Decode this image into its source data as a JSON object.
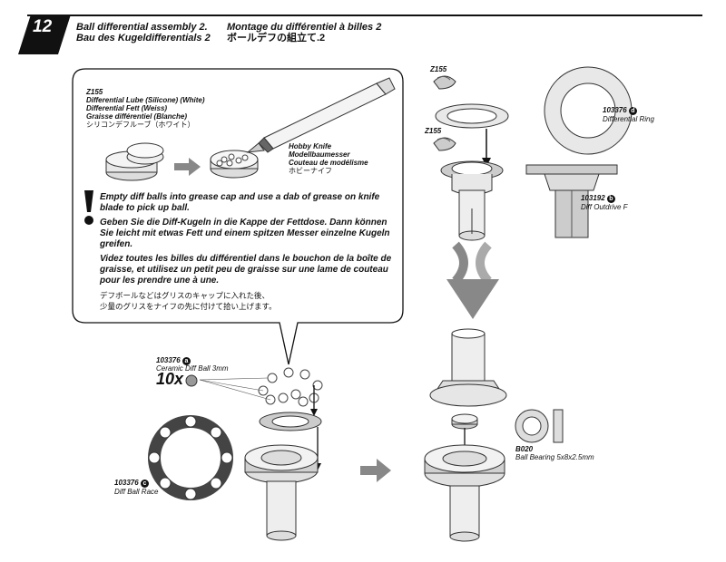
{
  "header": {
    "step_number": "12",
    "title_en": "Ball differential assembly 2.",
    "title_de": "Bau des Kugeldifferentials 2",
    "title_fr": "Montage du différentiel à billes 2",
    "title_jp": "ボールデフの組立て.2"
  },
  "callout": {
    "lube_code": "Z155",
    "lube_en": "Differential Lube (Silicone) (White)",
    "lube_de": "Differential Fett (Weiss)",
    "lube_fr": "Graisse différentiel (Blanche)",
    "lube_jp": "シリコンデフルーブ（ホワイト）",
    "knife_en": "Hobby Knife",
    "knife_de": "Modellbaumesser",
    "knife_fr": "Couteau de modélisme",
    "knife_jp": "ホビーナイフ",
    "note_en": "Empty diff balls into grease cap and use a dab of grease on knife blade to pick up ball.",
    "note_de": "Geben Sie die Diff-Kugeln in die Kappe der Fettdose. Dann können Sie leicht mit etwas Fett und einem spitzen Messer einzelne Kugeln greifen.",
    "note_fr": "Videz toutes les billes du différentiel dans le bouchon de la boîte de graisse, et utilisez un petit peu de graisse sur une lame de couteau pour les prendre une à une.",
    "note_jp_1": "デフボールなどはグリスのキャップに入れた後、",
    "note_jp_2": "少量のグリスをナイフの先に付けて拾い上げます。"
  },
  "parts": {
    "z155_top": "Z155",
    "z155_mid": "Z155",
    "ring_code": "103376",
    "ring_letter": "d",
    "ring_name": "Differential Ring",
    "outdrive_code": "103192",
    "outdrive_letter": "b",
    "outdrive_name": "Diff Outdrive F",
    "ball_code": "103376",
    "ball_letter": "a",
    "ball_name": "Ceramic Diff Ball 3mm",
    "ball_qty": "10x",
    "race_code": "103376",
    "race_letter": "c",
    "race_name": "Diff Ball Race",
    "bearing_code": "B020",
    "bearing_name": "Ball Bearing 5x8x2.5mm"
  }
}
